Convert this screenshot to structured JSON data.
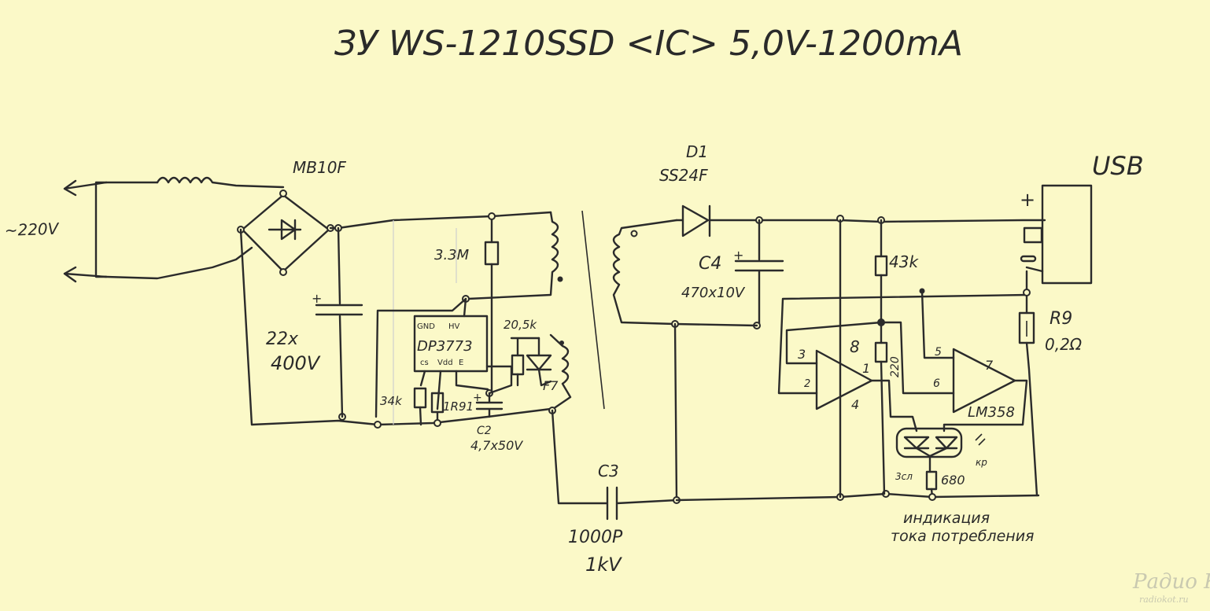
{
  "title": "ЗУ WS-1210SSD <IC> 5,0V-1200mA",
  "labels": {
    "mains": "~220V",
    "bridge": "MB10F",
    "c1_value": "22x",
    "c1_voltage": "400V",
    "r_3m3": "3.3M",
    "ic_name": "DP3773",
    "ic_gnd": "GND",
    "ic_hv": "HV",
    "ic_cs": "cs",
    "ic_vdd": "Vdd",
    "ic_e": "E",
    "r_34k": "34k",
    "r_1r91": "1R91",
    "r_20k5": "20,5k",
    "d_f7": "F7",
    "c2": "C2",
    "c2_value": "4,7x50V",
    "c3": "C3",
    "c3_value": "1000P",
    "c3_voltage": "1kV",
    "d1": "D1",
    "d1_part": "SS24F",
    "c4": "C4",
    "c4_value": "470x10V",
    "r_43k": "43k",
    "r_220": "220",
    "r_680": "680",
    "r9": "R9",
    "r9_value": "0,2Ω",
    "opamp": "LM358",
    "pin_3": "3",
    "pin_2": "2",
    "pin_8": "8",
    "pin_1": "1",
    "pin_4": "4",
    "pin_5": "5",
    "pin_6": "6",
    "pin_7": "7",
    "led_red": "3сл",
    "led_green": "кр",
    "usb": "USB",
    "plus": "+",
    "caption_line1": "индикация",
    "caption_line2": "тока потребления",
    "watermark": "Радио КОТ",
    "watermark_url": "radiokot.ru"
  },
  "colors": {
    "paper": "#fbf9c8",
    "ink": "#2b2b2b"
  }
}
